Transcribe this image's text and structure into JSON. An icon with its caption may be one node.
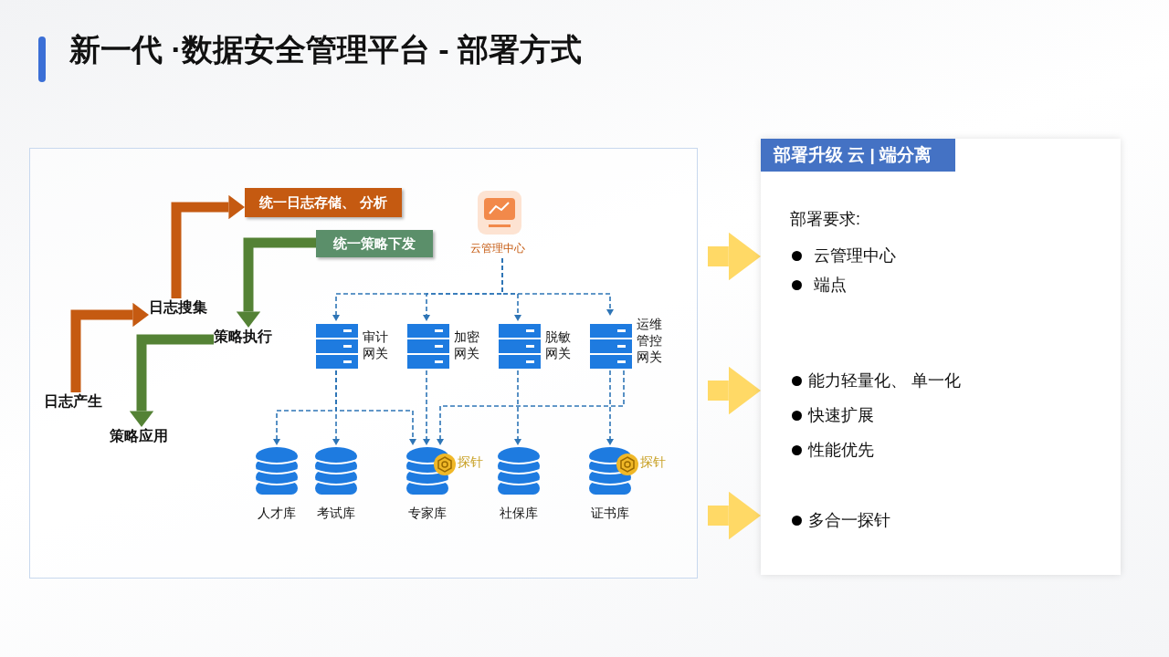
{
  "diagram": {
    "title": "新一代 ·数据安全管理平台 - 部署方式",
    "nodes": [
      {
        "text": [
          "日志产生"
        ]
      },
      {
        "text": [
          "日志搜集"
        ]
      },
      {
        "text": [
          "统一日志存储、 分析"
        ]
      },
      {
        "text": [
          "统一策略下发"
        ]
      },
      {
        "text": [
          "策略执行"
        ]
      },
      {
        "text": [
          "策略应用"
        ]
      },
      {
        "text": [
          "云管理中心"
        ]
      },
      {
        "text": [
          "审计网关"
        ]
      },
      {
        "text": [
          "加密网关"
        ]
      },
      {
        "text": [
          "脱敏网关"
        ]
      },
      {
        "text": [
          "运维管控网关"
        ]
      },
      {
        "text": [
          "人才库"
        ]
      },
      {
        "text": [
          "考试库"
        ]
      },
      {
        "text": [
          "专家库"
        ],
        "beside": [
          "探针"
        ]
      },
      {
        "text": [
          "社保库"
        ]
      },
      {
        "text": [
          "证书库"
        ],
        "beside": [
          "探针"
        ]
      },
      {
        "text": [
          "部署升级 云 | 端分离",
          "部署要求:",
          "云管理中心",
          "端点",
          "能力轻量化、 单一化",
          "快速扩展",
          "性能优先",
          "多合一探针"
        ]
      }
    ],
    "edges": [
      {
        "from": 0,
        "to": 1,
        "arrow": "to",
        "style": "thick",
        "color": "#c55a11"
      },
      {
        "from": 1,
        "to": 2,
        "arrow": "to",
        "style": "thick",
        "color": "#c55a11"
      },
      {
        "from": 3,
        "to": 4,
        "arrow": "to",
        "style": "thick",
        "color": "#548235"
      },
      {
        "from": 4,
        "to": 5,
        "arrow": "to",
        "style": "thick",
        "color": "#548235"
      },
      {
        "from": 6,
        "to": 7,
        "arrow": "to",
        "style": "dashed"
      },
      {
        "from": 6,
        "to": 8,
        "arrow": "to",
        "style": "dashed"
      },
      {
        "from": 6,
        "to": 9,
        "arrow": "to",
        "style": "dashed"
      },
      {
        "from": 6,
        "to": 10,
        "arrow": "to",
        "style": "dashed"
      },
      {
        "from": 7,
        "to": 11,
        "arrow": "to",
        "style": "dashed"
      },
      {
        "from": 7,
        "to": 12,
        "arrow": "to",
        "style": "dashed"
      },
      {
        "from": 7,
        "to": 13,
        "arrow": "to",
        "style": "dashed"
      },
      {
        "from": 8,
        "to": 13,
        "arrow": "to",
        "style": "dashed"
      },
      {
        "from": 9,
        "to": 14,
        "arrow": "to",
        "style": "dashed"
      },
      {
        "from": 10,
        "to": 13,
        "arrow": "to",
        "style": "dashed"
      },
      {
        "from": 10,
        "to": 15,
        "arrow": "to",
        "style": "dashed"
      },
      {
        "from": null,
        "to": 16,
        "arrow": "to",
        "style": "thick",
        "color": "#ffd966"
      },
      {
        "from": null,
        "to": 16,
        "arrow": "to",
        "style": "thick",
        "color": "#ffd966"
      },
      {
        "from": null,
        "to": 16,
        "arrow": "to",
        "style": "thick",
        "color": "#ffd966"
      }
    ]
  }
}
